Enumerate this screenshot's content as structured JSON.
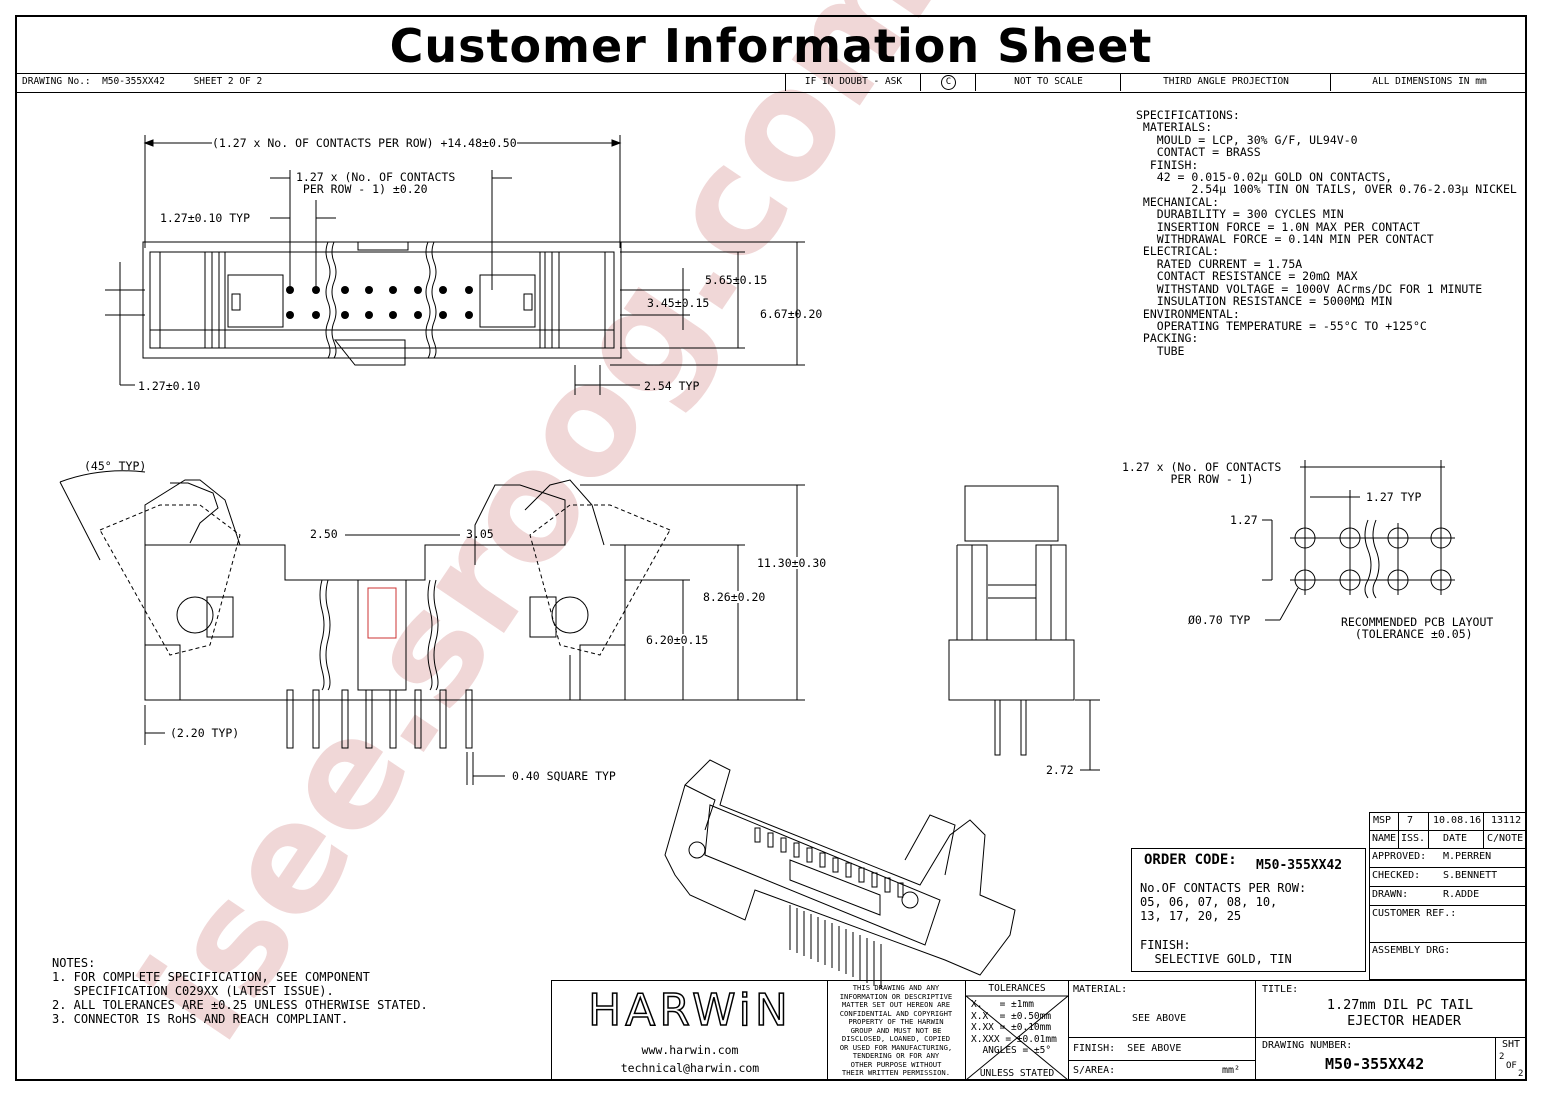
{
  "title": "Customer Information Sheet",
  "header": {
    "drawing_no": "DRAWING No.:  M50-355XX42     SHEET 2 OF 2",
    "doubt": "IF IN DOUBT - ASK",
    "copyright": "C",
    "scale": "NOT TO SCALE",
    "projection": "THIRD ANGLE PROJECTION",
    "dims": "ALL DIMENSIONS IN mm"
  },
  "specifications": "SPECIFICATIONS:\n MATERIALS:\n   MOULD = LCP, 30% G/F, UL94V-0\n   CONTACT = BRASS\n  FINISH:\n   42 = 0.015-0.02μ GOLD ON CONTACTS,\n        2.54μ 100% TIN ON TAILS, OVER 0.76-2.03μ NICKEL\n MECHANICAL:\n   DURABILITY = 300 CYCLES MIN\n   INSERTION FORCE = 1.0N MAX PER CONTACT\n   WITHDRAWAL FORCE = 0.14N MIN PER CONTACT\n ELECTRICAL:\n   RATED CURRENT = 1.75A\n   CONTACT RESISTANCE = 20mΩ MAX\n   WITHSTAND VOLTAGE = 1000V ACrms/DC FOR 1 MINUTE\n   INSULATION RESISTANCE = 5000MΩ MIN\n ENVIRONMENTAL:\n   OPERATING TEMPERATURE = -55°C TO +125°C\n PACKING:\n   TUBE",
  "dimensions": {
    "overall": "(1.27 x No. OF CONTACTS PER ROW) +14.48±0.50",
    "pitch_span": "1.27 x (No. OF CONTACTS\n PER ROW - 1) ±0.20",
    "pitch": "1.27±0.10 TYP",
    "row_h1": "5.65±0.15",
    "row_h2": "3.45±0.15",
    "width": "6.67±0.20",
    "left_off": "1.27±0.10",
    "typ254": "2.54 TYP",
    "angle": "(45° TYP)",
    "d250": "2.50",
    "d305": "3.05",
    "h1130": "11.30±0.30",
    "h826": "8.26±0.20",
    "h620": "6.20±0.15",
    "d220": "(2.20 TYP)",
    "square": "0.40 SQUARE TYP",
    "d272": "2.72",
    "pcb_span": "1.27 x (No. OF CONTACTS\n       PER ROW - 1)",
    "pcb_typ": "1.27 TYP",
    "pcb_127": "1.27",
    "hole": "Ø0.70 TYP",
    "pcb_label": "RECOMMENDED PCB LAYOUT\n  (TOLERANCE ±0.05)"
  },
  "order": {
    "label": "ORDER CODE:",
    "code": "M50-355XX42",
    "contacts": "No.OF CONTACTS PER ROW:\n05, 06, 07, 08, 10,\n13, 17, 20, 25",
    "finish": "FINISH:\n  SELECTIVE GOLD, TIN"
  },
  "revision": {
    "row": [
      "MSP",
      "7",
      "10.08.16",
      "13112"
    ],
    "head": [
      "NAME",
      "ISS.",
      "DATE",
      "C/NOTE"
    ],
    "approved": "APPROVED:",
    "approved_v": "M.PERREN",
    "checked": "CHECKED:",
    "checked_v": "S.BENNETT",
    "drawn": "DRAWN:",
    "drawn_v": "R.ADDE",
    "customer_ref": "CUSTOMER REF.:",
    "assembly": "ASSEMBLY DRG:"
  },
  "notes": "NOTES:\n1. FOR COMPLETE SPECIFICATION, SEE COMPONENT\n   SPECIFICATION C029XX (LATEST ISSUE).\n2. ALL TOLERANCES ARE ±0.25 UNLESS OTHERWISE STATED.\n3. CONNECTOR IS RoHS AND REACH COMPLIANT.",
  "titleblock": {
    "logo": "HARWiN",
    "web": "www.harwin.com",
    "email": "technical@harwin.com",
    "legal": "THIS DRAWING AND ANY\nINFORMATION OR DESCRIPTIVE\nMATTER SET OUT HEREON ARE\nCONFIDENTIAL AND COPYRIGHT\nPROPERTY OF THE HARWIN\nGROUP AND MUST NOT BE\nDISCLOSED, LOANED, COPIED\nOR USED FOR MANUFACTURING,\nTENDERING OR FOR ANY\nOTHER PURPOSE WITHOUT\nTHEIR WRITTEN PERMISSION.",
    "tol_title": "TOLERANCES",
    "tol": "X.   = ±1mm\nX.X  = ±0.50mm\nX.XX = ±0.10mm\nX.XXX = ±0.01mm\n  ANGLES = ±5°",
    "tol_unless": "UNLESS STATED",
    "material": "MATERIAL:",
    "material_v": "SEE ABOVE",
    "finish": "FINISH:  SEE ABOVE",
    "sarea": "S/AREA:",
    "sarea_unit": "mm²",
    "title_label": "TITLE:",
    "title_v": "1.27mm DIL PC TAIL\n EJECTOR HEADER",
    "drawing_number": "DRAWING NUMBER:",
    "drawing_number_v": "M50-355XX42",
    "sht": "SHT",
    "sht_v": "2",
    "of": "OF",
    "of_v": "2"
  },
  "watermark": "isee.sroog.com"
}
